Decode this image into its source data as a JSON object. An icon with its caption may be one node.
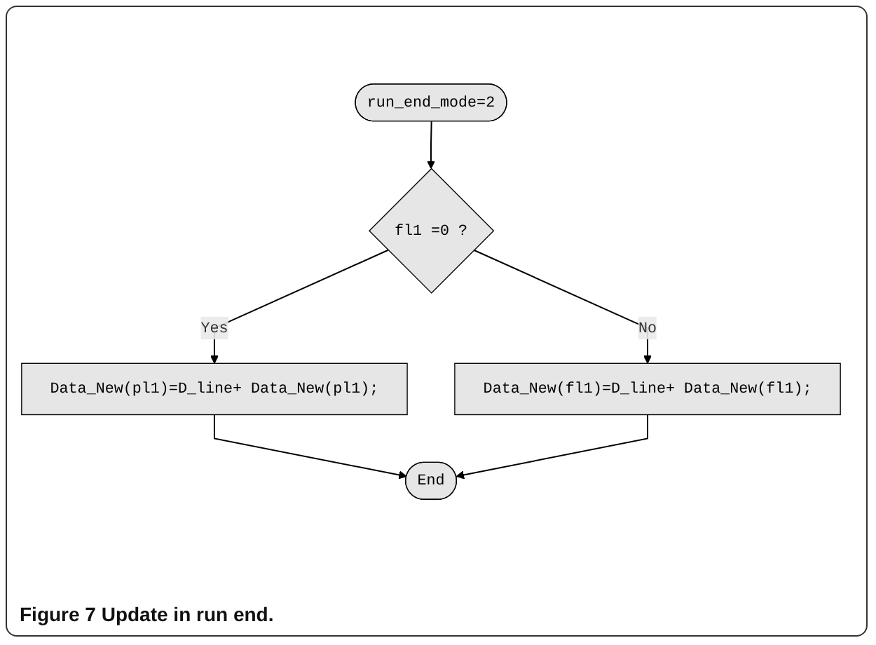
{
  "diagram": {
    "caption": "Figure 7 Update in run end.",
    "nodes": [
      {
        "text": [
          "run_end_mode=2"
        ]
      },
      {
        "text": [
          "fl1 =0 ?"
        ]
      },
      {
        "text": [
          "Data_New(pl1)=D_line+ Data_New(pl1);"
        ]
      },
      {
        "text": [
          "Data_New(fl1)=D_line+ Data_New(fl1);"
        ]
      },
      {
        "text": [
          "End"
        ]
      }
    ],
    "edges": [
      {
        "from": 0,
        "to": 1,
        "arrow": "to"
      },
      {
        "from": 1,
        "to": 2,
        "label": "Yes",
        "arrow": "to"
      },
      {
        "from": 1,
        "to": 3,
        "label": "No",
        "arrow": "to"
      },
      {
        "from": 2,
        "to": 4,
        "arrow": "to"
      },
      {
        "from": 3,
        "to": 4,
        "arrow": "to"
      }
    ]
  }
}
